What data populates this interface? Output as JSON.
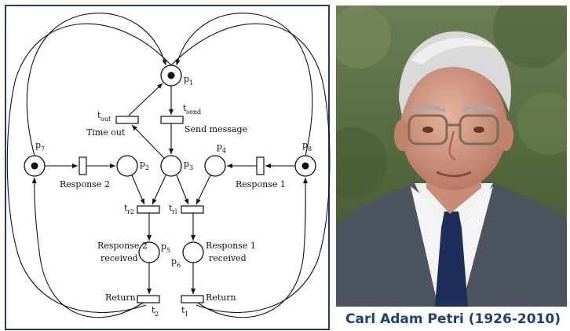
{
  "diagram": {
    "places": {
      "p1": {
        "name": "p",
        "sub": "1",
        "token": true
      },
      "p2": {
        "name": "p",
        "sub": "2",
        "token": false
      },
      "p3": {
        "name": "p",
        "sub": "3",
        "token": false
      },
      "p4": {
        "name": "p",
        "sub": "4",
        "token": false
      },
      "p5": {
        "name": "p",
        "sub": "5",
        "token": false
      },
      "p6": {
        "name": "p",
        "sub": "6",
        "token": false
      },
      "p7": {
        "name": "p",
        "sub": "7",
        "token": true
      },
      "p8": {
        "name": "p",
        "sub": "8",
        "token": true
      }
    },
    "transitions": {
      "t_out": {
        "name": "t",
        "sub": "out",
        "label": "Time out"
      },
      "t_send": {
        "name": "t",
        "sub": "send",
        "label": "Send message"
      },
      "t_r2": {
        "name": "t",
        "sub": "r2"
      },
      "t_r1": {
        "name": "t",
        "sub": "rl"
      },
      "t2": {
        "name": "t",
        "sub": "2"
      },
      "t1": {
        "name": "t",
        "sub": "1"
      }
    },
    "labels": {
      "response2": "Response 2",
      "response1": "Response 1",
      "response2_received_a": "Response 2",
      "response2_received_b": "received",
      "response1_received_a": "Response 1",
      "response1_received_b": "received",
      "return_left": "Return",
      "return_right": "Return"
    }
  },
  "photo": {
    "subject": "portrait-photo"
  },
  "caption": "Carl Adam Petri (1926-2010)",
  "colors": {
    "border": "#1f3f78",
    "caption": "#1f3f78",
    "ink": "#111111"
  }
}
